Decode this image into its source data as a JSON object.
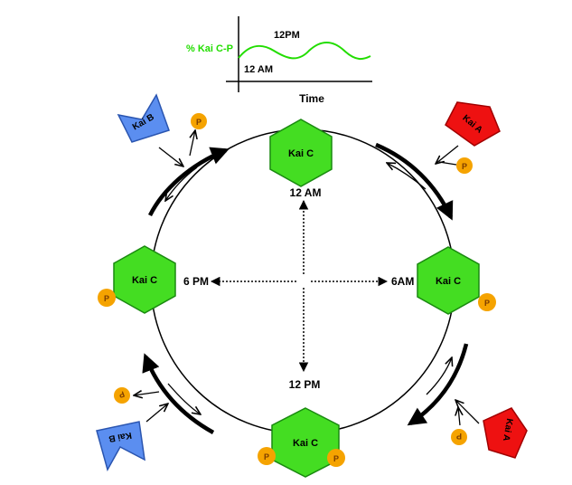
{
  "inset_plot": {
    "ylabel": "% Kai C-P",
    "xlabel": "Time",
    "label_peak": "12PM",
    "label_start": "12 AM",
    "curve_color": "#22dd00"
  },
  "cycle": {
    "times": {
      "top": "12 AM",
      "right": "6AM",
      "bottom": "12 PM",
      "left": "6 PM"
    },
    "kaic": {
      "top": "Kai C",
      "right": "Kai C",
      "bottom": "Kai C",
      "left": "Kai C"
    },
    "phosphate": "P",
    "kaia": "Kai A",
    "kaib": "Kai B"
  },
  "colors": {
    "kaic": "#44dd22",
    "kaia": "#ee1111",
    "kaib": "#5b8ef0",
    "phosphate": "#f5a300"
  }
}
